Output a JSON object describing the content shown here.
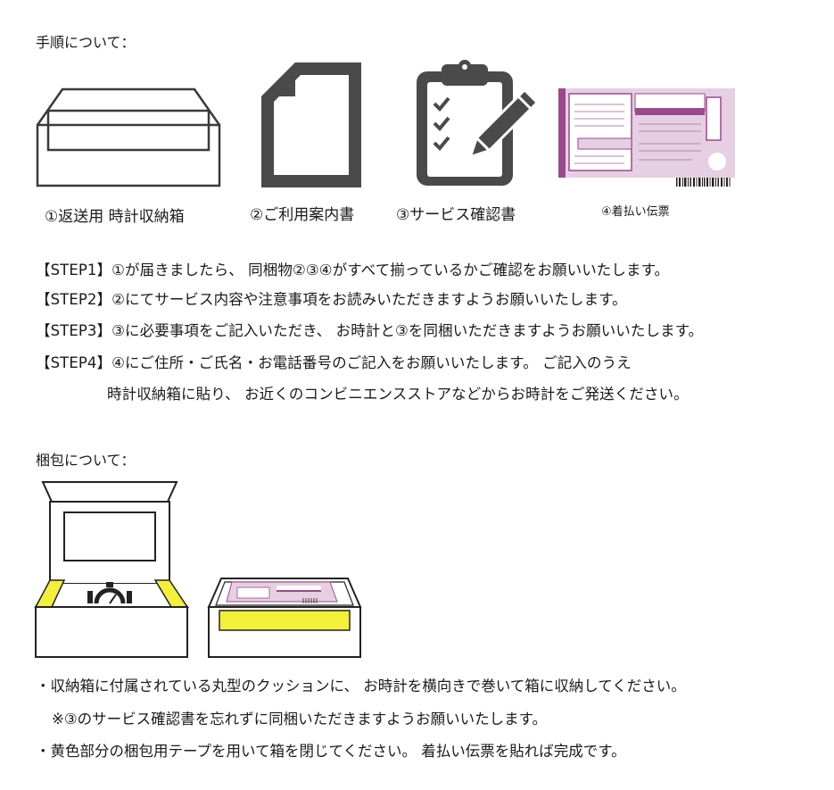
{
  "procedure": {
    "heading": "手順について：",
    "items": [
      {
        "icon": "envelope-icon",
        "caption": "①返送用 時計収納箱"
      },
      {
        "icon": "document-icon",
        "caption": "②ご利用案内書"
      },
      {
        "icon": "clipboard-checklist-icon",
        "caption": "③サービス確認書"
      },
      {
        "icon": "shipping-slip-icon",
        "caption": "④着払い伝票"
      }
    ],
    "steps": [
      "【STEP1】①が届きましたら、 同梱物②③④がすべて揃っているかご確認をお願いいたします。",
      "【STEP2】②にてサービス内容や注意事項をお読みいただきますようお願いいたします。",
      "【STEP3】③に必要事項をご記入いただき、 お時計と③を同梱いただきますようお願いいたします。",
      "【STEP4】④にご住所・ご氏名・お電話番号のご記入をお願いいたします。 ご記入のうえ"
    ],
    "step4_continuation": "時計収納箱に貼り、 お近くのコンビニエンスストアなどからお時計をご発送ください。"
  },
  "packing": {
    "heading": "梱包について：",
    "notes": [
      "・収納箱に付属されている丸型のクッションに、 お時計を横向きで巻いて箱に収納してください。",
      "※③のサービス確認書を忘れずに同梱いただきますようお願いいたします。",
      "・黄色部分の梱包用テープを用いて箱を閉じてください。 着払い伝票を貼れば完成です。"
    ]
  },
  "colors": {
    "text": "#1a1a1a",
    "icon_gray": "#4a4a4a",
    "slip_purple": "#9a4a8a",
    "slip_pink": "#e6cfe3",
    "tape_yellow": "#f2f03a"
  }
}
